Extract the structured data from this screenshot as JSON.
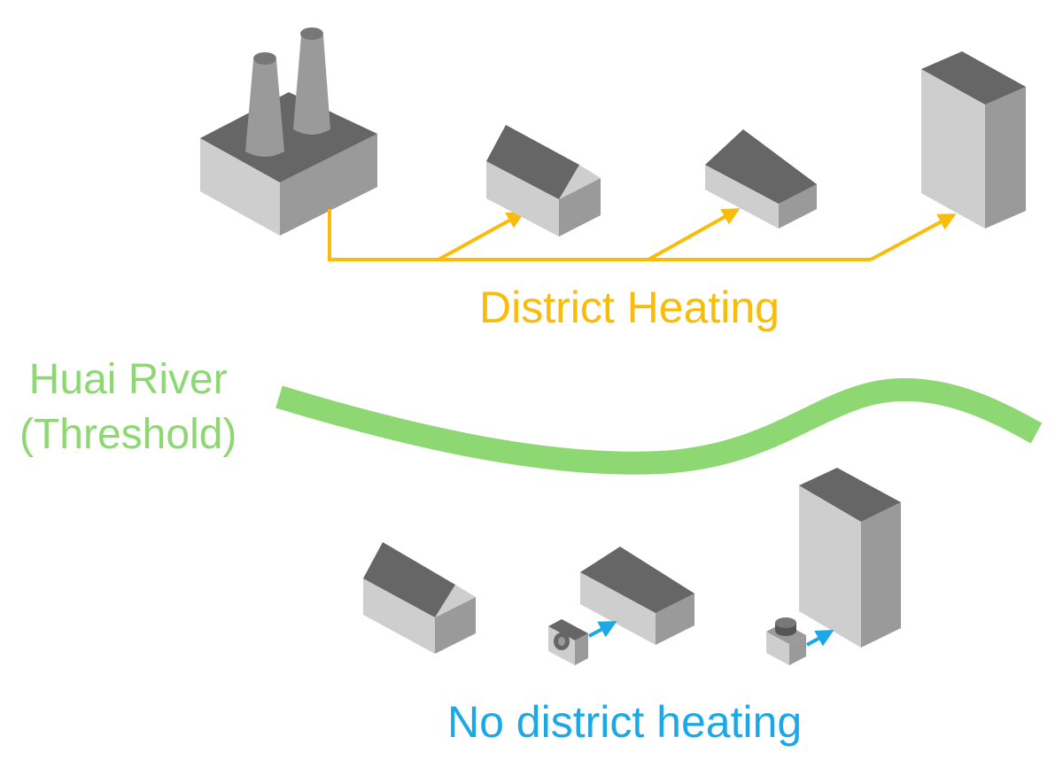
{
  "labels": {
    "district_heating": "District Heating",
    "river_line1": "Huai River",
    "river_line2": "(Threshold)",
    "no_district_heating": "No district heating"
  },
  "colors": {
    "district_heating": "#F9BC0B",
    "river": "#8ED873",
    "no_district_heating": "#1CA8E6",
    "roof": "#666666",
    "wall_light": "#CECECE",
    "wall_dark": "#9A9A9A"
  },
  "icons": {
    "power_plant": "factory-icon",
    "house": "house-icon",
    "flat_building": "low-building-icon",
    "tower": "tower-building-icon",
    "heater": "heater-unit-icon",
    "stove": "stove-unit-icon"
  }
}
